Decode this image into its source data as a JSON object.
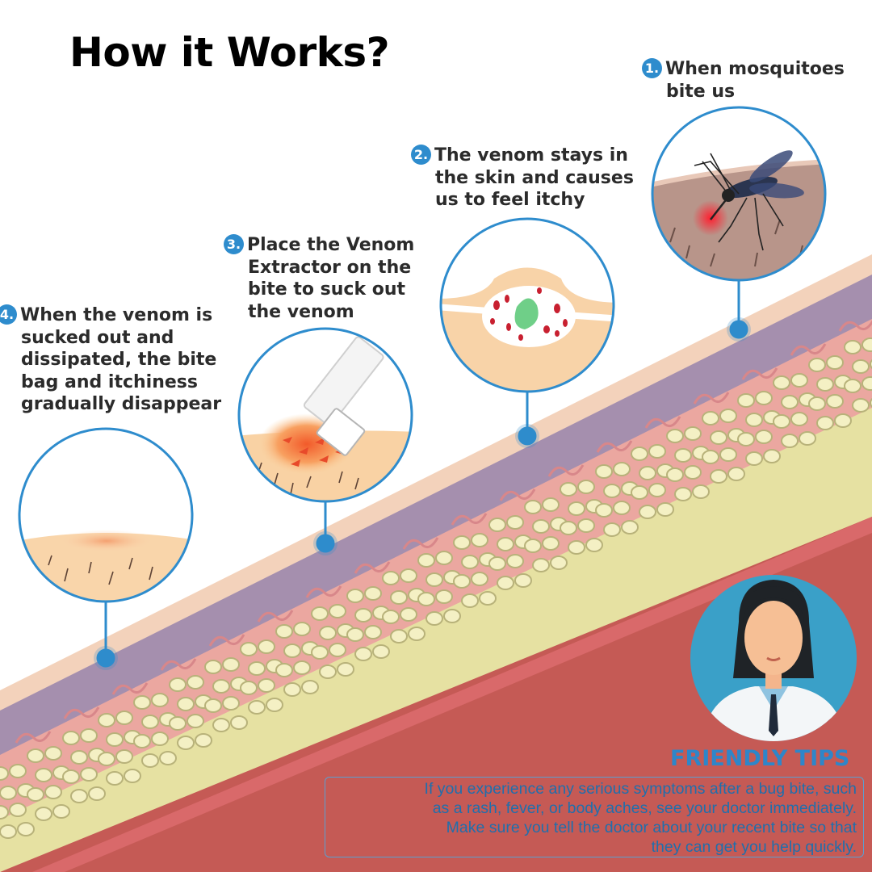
{
  "title": "How it Works?",
  "steps": [
    {
      "number": "1.",
      "lines": [
        "When mosquitoes",
        "bite us"
      ]
    },
    {
      "number": "2.",
      "lines": [
        "The venom stays in",
        "the skin and causes",
        "us to feel itchy"
      ]
    },
    {
      "number": "3.",
      "lines": [
        "Place the Venom",
        "Extractor on the",
        "bite to suck out",
        "the venom"
      ]
    },
    {
      "number": "4.",
      "lines": [
        "When the venom is",
        "sucked out and",
        "dissipated, the bite",
        "bag and itchiness",
        "gradually disappear"
      ]
    }
  ],
  "friendly_tips": {
    "heading": "FRIENDLY TIPS",
    "lines": [
      "If you experience any serious symptoms after a bug bite, such",
      "as a rash, fever, or body aches, see your doctor immediately.",
      "Make sure you tell the doctor about your recent bite so that",
      "they can get you help quickly."
    ]
  },
  "colors": {
    "accent_blue": "#2e8ccd",
    "skin_pink": "#e9a39c",
    "fat_yellow": "#e8e3a6",
    "venom_red": "#d8233a"
  },
  "icons": [
    "mosquito-icon",
    "venom-extractor-icon",
    "doctor-avatar-icon"
  ]
}
